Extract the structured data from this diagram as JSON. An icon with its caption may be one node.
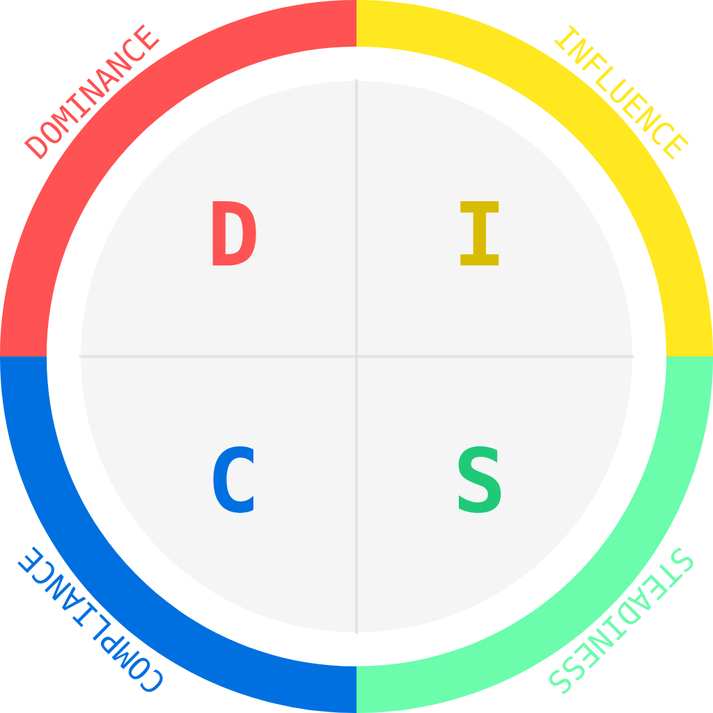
{
  "diagram": {
    "nodes": [
      {
        "text": [
          "DOMINANCE"
        ]
      },
      {
        "text": [
          "INFLUENCE"
        ]
      },
      {
        "text": [
          "D"
        ]
      },
      {
        "text": [
          "I"
        ]
      },
      {
        "text": [
          "C"
        ]
      },
      {
        "text": [
          "S"
        ]
      },
      {
        "text": [
          "COMPLIANCE"
        ]
      },
      {
        "text": [
          "STEADINESS"
        ]
      }
    ],
    "edges": []
  }
}
